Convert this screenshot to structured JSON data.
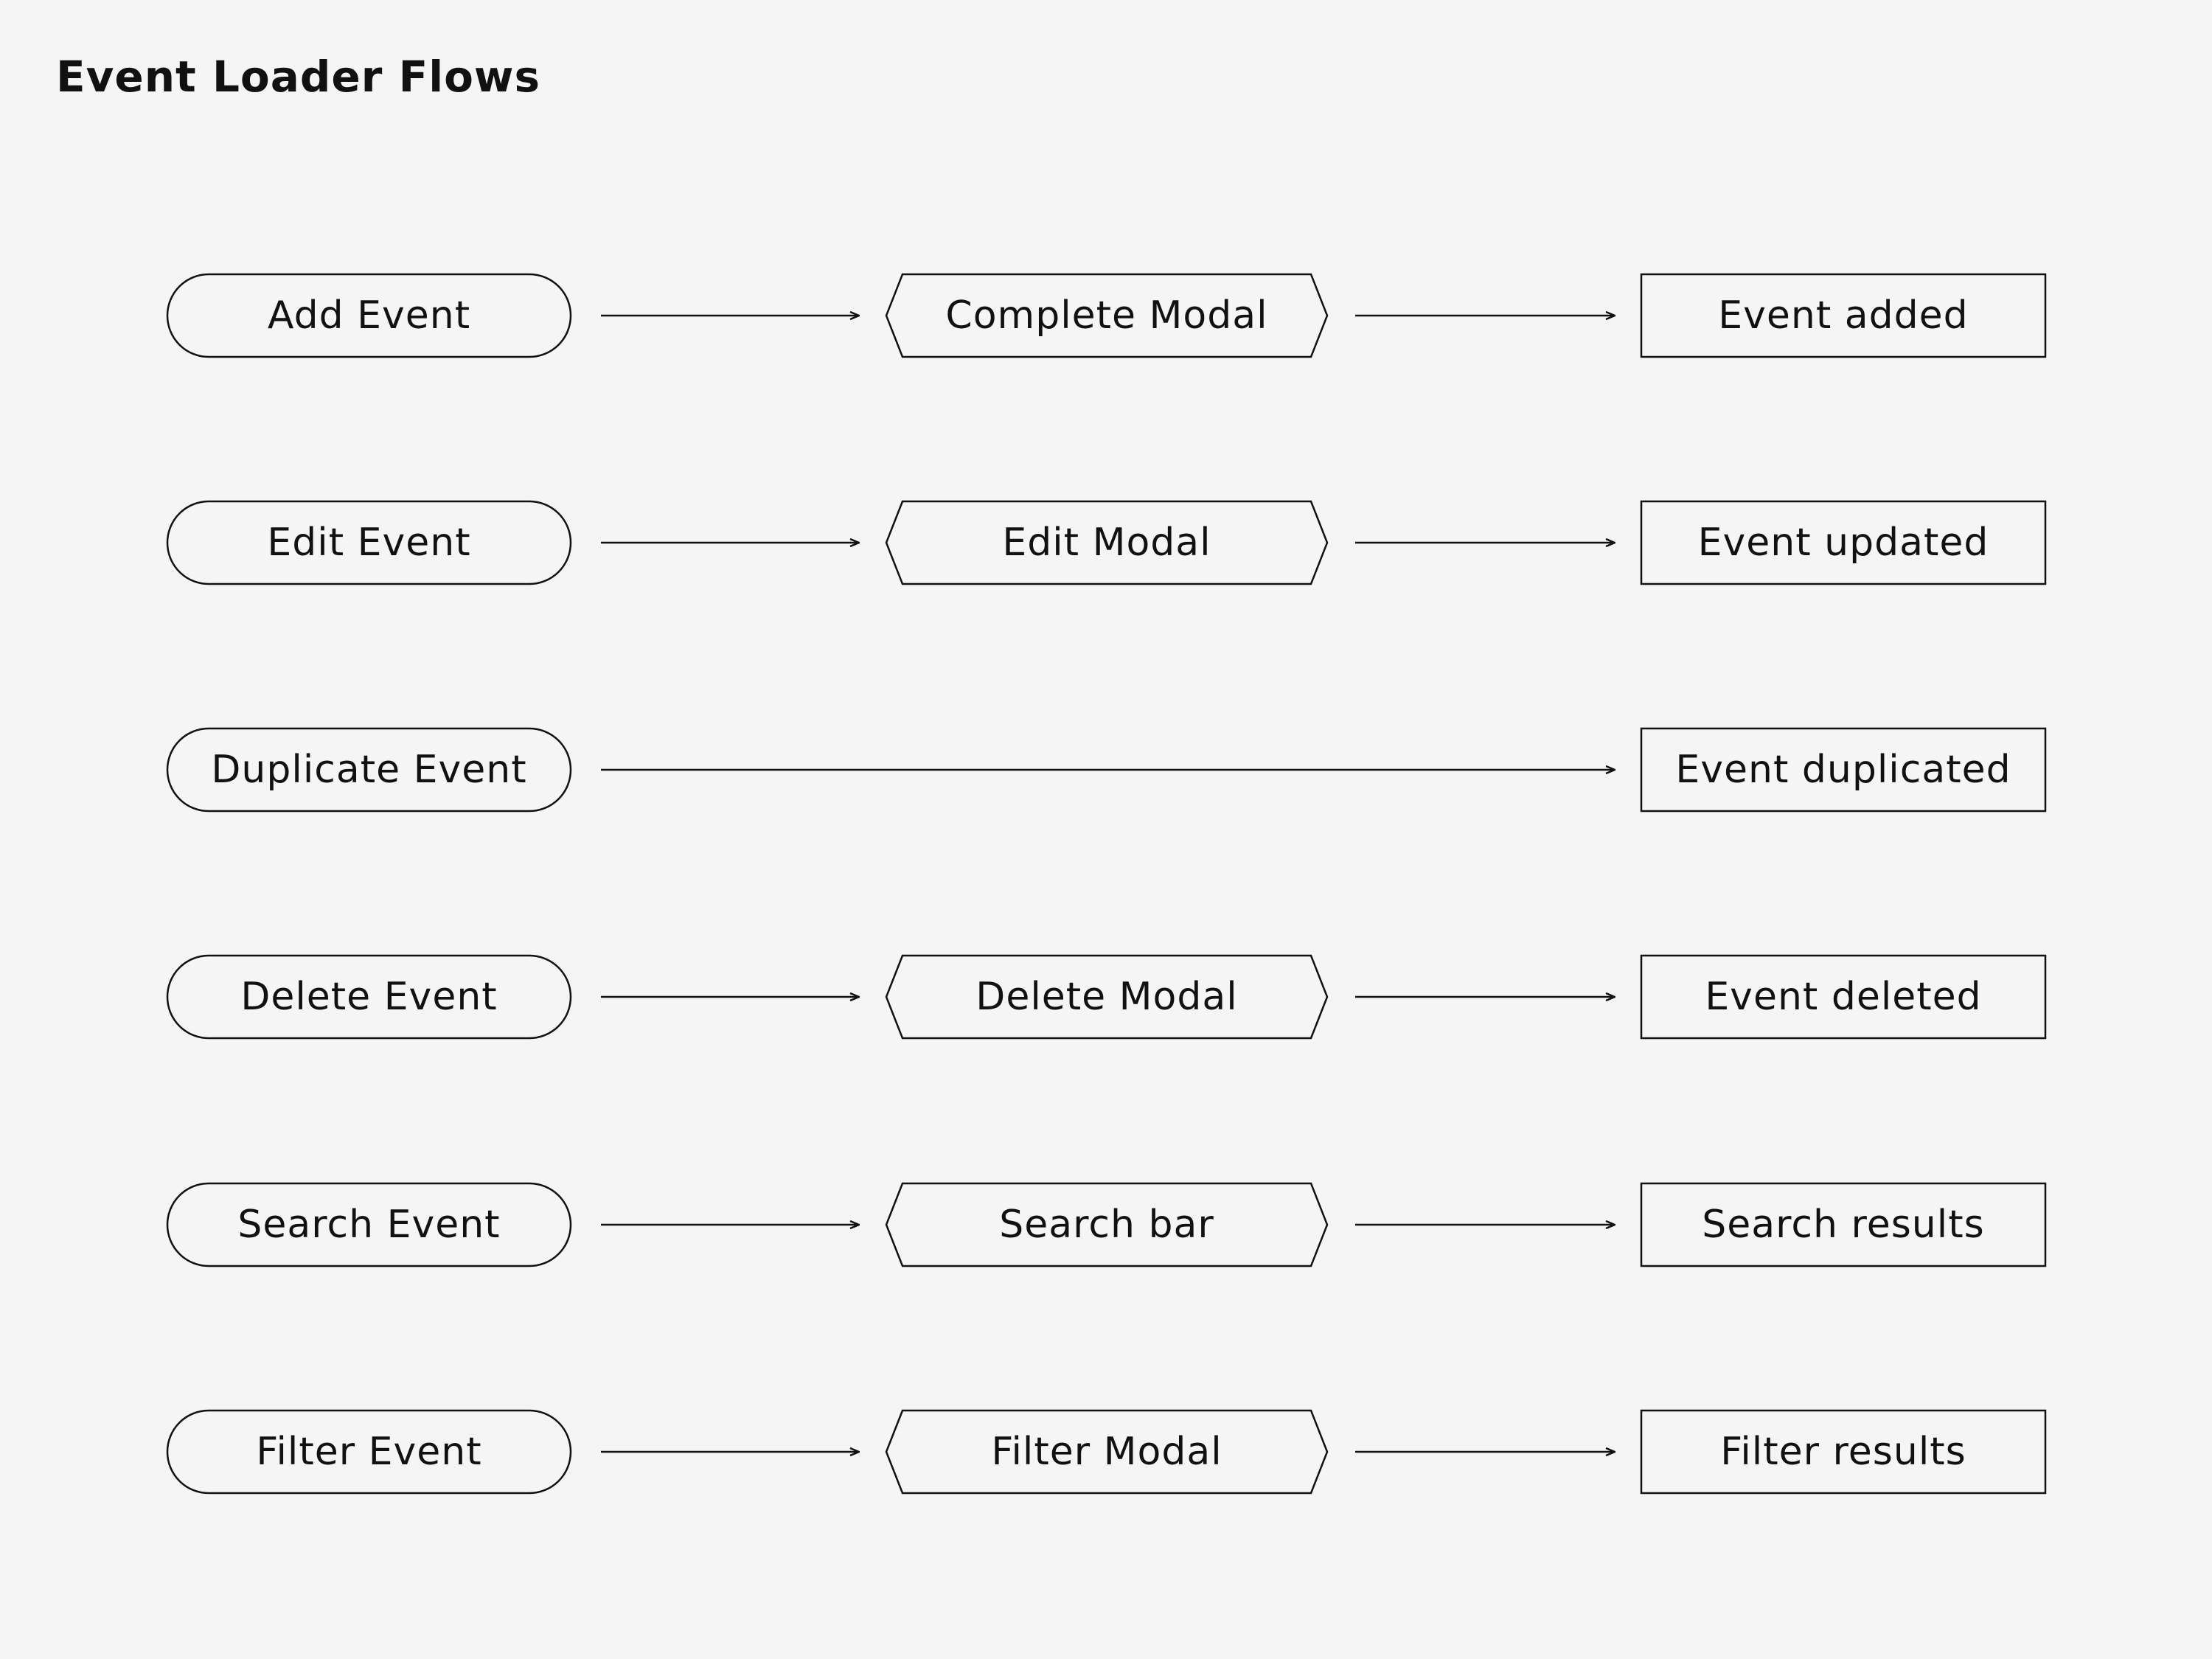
{
  "title": "Event Loader Flows",
  "colors": {
    "background": "#f5f5f5",
    "stroke": "#111111",
    "text": "#111111"
  },
  "shape_types": {
    "trigger": "pill",
    "modal": "hexagon",
    "result": "rectangle"
  },
  "flows": [
    {
      "trigger": "Add Event",
      "modal": "Complete Modal",
      "result": "Event added"
    },
    {
      "trigger": "Edit Event",
      "modal": "Edit Modal",
      "result": "Event updated"
    },
    {
      "trigger": "Duplicate Event",
      "modal": "",
      "result": "Event duplicated"
    },
    {
      "trigger": "Delete Event",
      "modal": "Delete Modal",
      "result": "Event deleted"
    },
    {
      "trigger": "Search Event",
      "modal": "Search bar",
      "result": "Search results"
    },
    {
      "trigger": "Filter Event",
      "modal": "Filter Modal",
      "result": "Filter results"
    }
  ]
}
